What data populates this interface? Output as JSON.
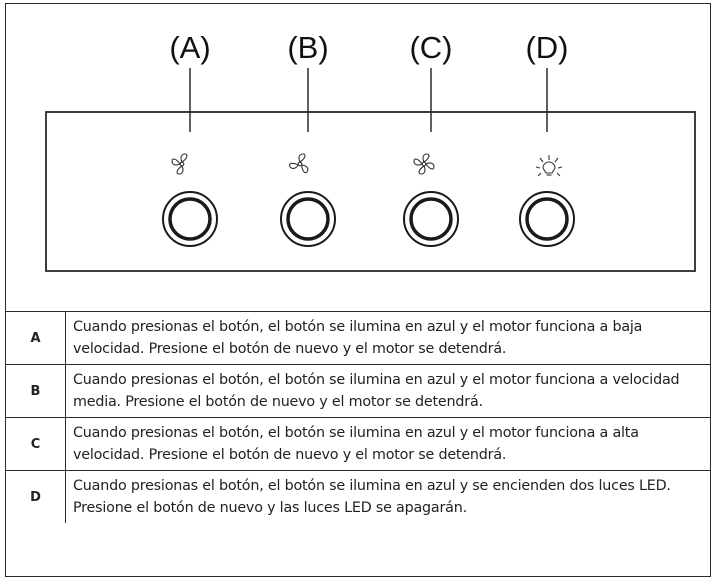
{
  "labels": {
    "a": "(A)",
    "b": "(B)",
    "c": "(C)",
    "d": "(D)"
  },
  "rows": [
    {
      "key": "A",
      "text": "Cuando presionas el botón, el botón se ilumina en azul y el motor funciona a baja velocidad. Presione el botón de nuevo y el motor se detendrá."
    },
    {
      "key": "B",
      "text": "Cuando presionas el botón, el botón se ilumina en azul y el motor funciona a velocidad media. Presione el botón de nuevo y el motor se detendrá."
    },
    {
      "key": "C",
      "text": "Cuando presionas el botón, el botón se ilumina en azul y el motor funciona a alta velocidad. Presione el botón de nuevo y el motor se detendrá."
    },
    {
      "key": "D",
      "text": "Cuando presionas el botón, el botón se ilumina en azul y se encienden dos luces LED. Presione el botón de nuevo y las luces LED se apagarán."
    }
  ],
  "icons": {
    "a": "fan-2-blade-icon",
    "b": "fan-3-blade-icon",
    "c": "fan-4-blade-icon",
    "d": "light-bulb-icon"
  },
  "colors": {
    "line": "#2a2a2a",
    "background": "#ffffff"
  }
}
